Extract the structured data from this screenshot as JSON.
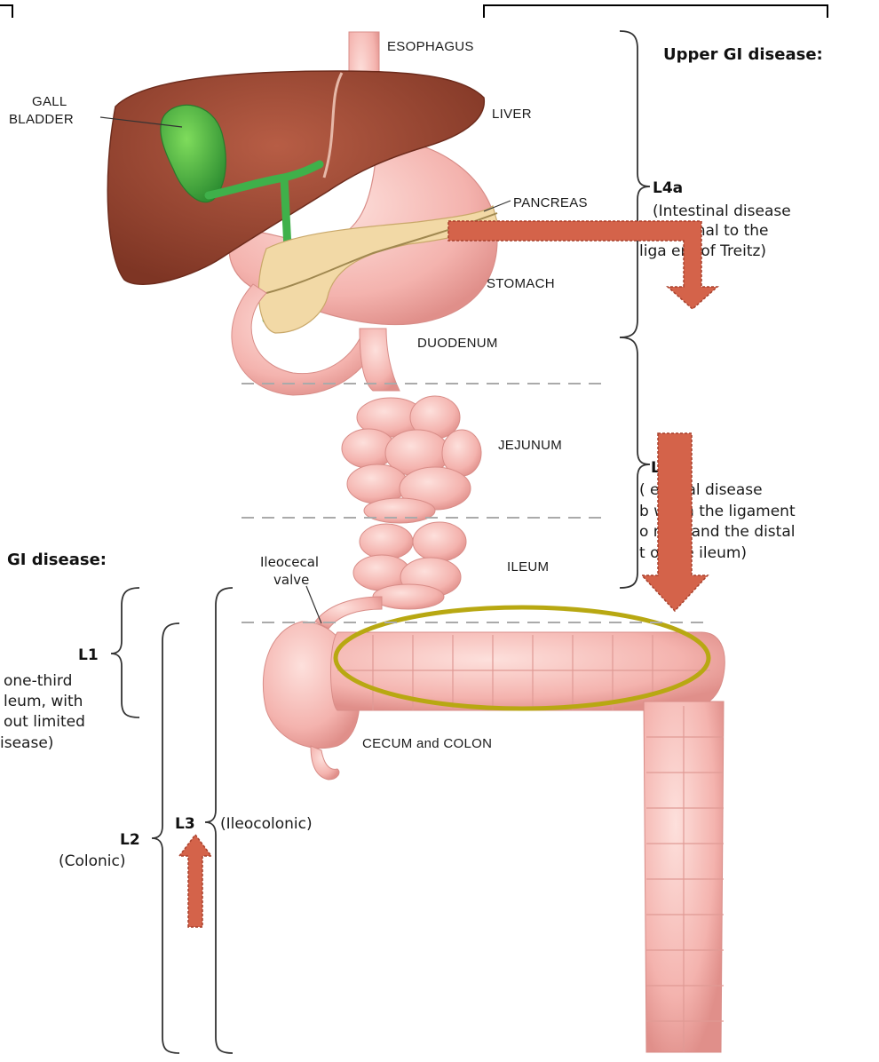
{
  "organs": {
    "esophagus": "ESOPHAGUS",
    "gall_bladder": [
      "GALL",
      "BLADDER"
    ],
    "liver": "LIVER",
    "pancreas": "PANCREAS",
    "stomach": "STOMACH",
    "duodenum": "DUODENUM",
    "jejunum": "JEJUNUM",
    "ileum": "ILEUM",
    "ileocecal_valve": [
      "Ileocecal",
      "valve"
    ],
    "cecum_colon": "CECUM and COLON"
  },
  "upper_gi": {
    "title": "Upper GI disease:",
    "l4a": {
      "code": "L4a",
      "lines": [
        "(Intestinal disease",
        "mal to the",
        "liga   ent of Treitz)"
      ]
    },
    "l4b": {
      "code": "L",
      "lines": [
        "(   estinal disease",
        "b   ween the ligament",
        "o   reitz and the distal",
        "t    of the ileum)"
      ]
    }
  },
  "lower_gi": {
    "title": "GI disease:",
    "l1": {
      "code": "L1",
      "lines": [
        "one-third",
        "leum, with",
        "out limited",
        "isease)"
      ]
    },
    "l2": {
      "code": "L2",
      "desc": "(Colonic)"
    },
    "l3": {
      "code": "L3",
      "desc": "(Ileocolonic)"
    }
  },
  "colors": {
    "arrow": "#d4634a",
    "highlight_ellipse": "#b8a812",
    "intestine": "#f4b7b3",
    "liver": "#9c4a36",
    "gallbladder": "#3fb04a",
    "pancreas": "#f2d9a6"
  }
}
